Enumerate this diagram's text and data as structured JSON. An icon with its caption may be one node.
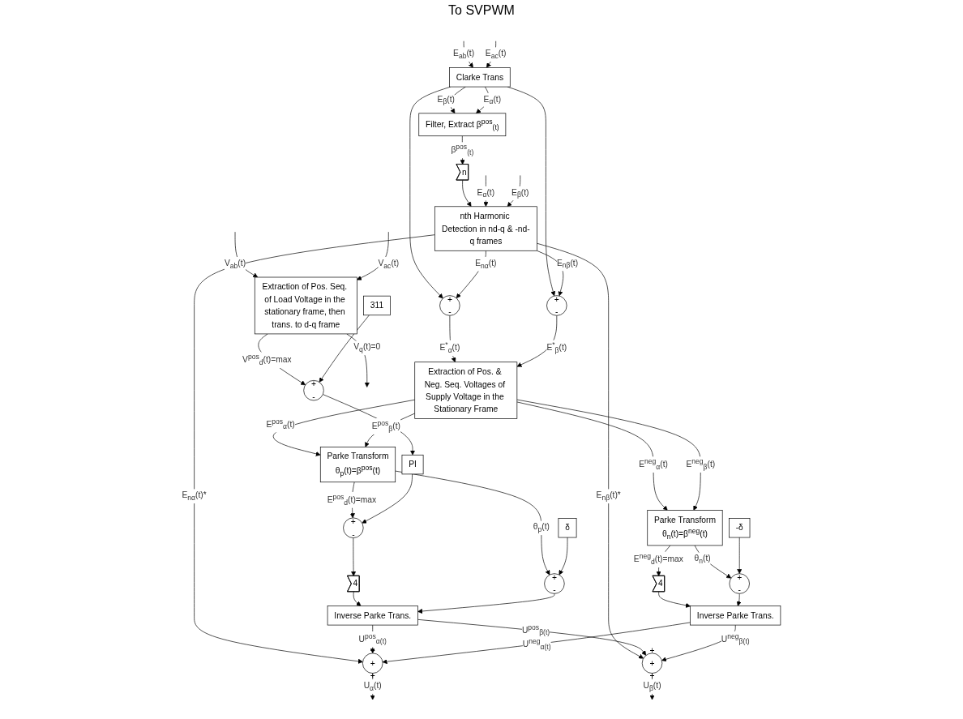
{
  "diagram": {
    "nodes": [
      {
        "text": [
          "Clarke Trans"
        ]
      },
      {
        "text": [
          "Filter, Extract β$^{pos}$$_{(t)}$"
        ]
      },
      {
        "text": [
          "n"
        ]
      },
      {
        "text": [
          "nth Harmonic Detection in nd-q & -nd-q frames"
        ]
      },
      {
        "text": [
          "+",
          "-"
        ]
      },
      {
        "text": [
          "+",
          "-"
        ]
      },
      {
        "text": [
          "Extraction of Pos. & Neg. Seq. Voltages of Supply Voltage in the Stationary Frame"
        ]
      },
      {
        "text": [
          "Parke Transform",
          "θ$_{p}$(t)=β$^{pos}$(t)"
        ]
      },
      {
        "text": [
          "Parke Transform",
          "θ$_{n}$(t)=β$^{neg}$(t)"
        ]
      },
      {
        "text": [
          "δ"
        ]
      },
      {
        "text": [
          "-δ"
        ]
      },
      {
        "text": [
          "+",
          "-"
        ]
      },
      {
        "text": [
          "+",
          "-"
        ]
      },
      {
        "text": [
          "+",
          "-"
        ]
      },
      {
        "text": [
          "4"
        ]
      },
      {
        "text": [
          "4"
        ]
      },
      {
        "text": [
          "Inverse Parke Trans."
        ]
      },
      {
        "text": [
          "Inverse Parke Trans."
        ]
      },
      {
        "text": [
          "+",
          "+",
          "+"
        ]
      },
      {
        "text": [
          "+",
          "+",
          "+"
        ]
      },
      {
        "text": [
          "Extraction of Pos. Seq. of Load Voltage in the stationary frame, then trans. to d-q frame"
        ]
      },
      {
        "text": [
          "+",
          "-"
        ]
      },
      {
        "text": [
          "PI"
        ]
      },
      {
        "text": [
          "311"
        ]
      }
    ],
    "edges": [
      {
        "from": null,
        "to": 0,
        "arrow": "to",
        "label": "E$_{ab}$(t)"
      },
      {
        "from": null,
        "to": 0,
        "arrow": "to",
        "label": "E$_{ac}$(t)"
      },
      {
        "from": 0,
        "to": 1,
        "arrow": "to",
        "label": "E$_{β}$(t)"
      },
      {
        "from": 0,
        "to": 4,
        "arrow": "to"
      },
      {
        "from": 0,
        "to": 1,
        "arrow": "to",
        "label": "E$_{α}$(t)"
      },
      {
        "from": 0,
        "to": 5,
        "arrow": "to"
      },
      {
        "from": 1,
        "to": 2,
        "arrow": "to",
        "label": "β$^{pos}$$_{(t)}$"
      },
      {
        "from": 2,
        "to": 3,
        "arrow": "to"
      },
      {
        "from": null,
        "to": 3,
        "arrow": "to",
        "label": "E$_{α}$(t)"
      },
      {
        "from": null,
        "to": 3,
        "arrow": "to",
        "label": "E$_{β}$(t)"
      },
      {
        "from": 3,
        "to": 18,
        "arrow": "to",
        "label": "E$_{nα}$(t)*"
      },
      {
        "from": 3,
        "to": 19,
        "arrow": "to",
        "label": "E$_{nβ}$(t)*"
      },
      {
        "from": 3,
        "to": 5,
        "arrow": "to",
        "label": "E$_{nα}$(t)"
      },
      {
        "from": 3,
        "to": 4,
        "arrow": "to",
        "label": "E$_{nβ}$(t)"
      },
      {
        "from": 5,
        "to": 6,
        "arrow": "to",
        "label": "E$^{*}$$_{α}$(t)"
      },
      {
        "from": 4,
        "to": 6,
        "arrow": "to",
        "label": "E$^{*}$$_{β}$(t)"
      },
      {
        "from": 6,
        "to": 7,
        "arrow": "to",
        "label": "E$^{pos}$$_{α}$(t)"
      },
      {
        "from": 6,
        "to": 7,
        "arrow": "to",
        "label": "E$^{pos}$$_{β}$(t)"
      },
      {
        "from": 6,
        "to": 8,
        "arrow": "to",
        "label": "E$^{neg}$$_{α}$(t)"
      },
      {
        "from": 6,
        "to": 8,
        "arrow": "to",
        "label": "E$^{neg}$$_{β}$(t)"
      },
      {
        "from": 7,
        "to": 11,
        "arrow": "to",
        "label": "E$^{pos}$$_{d}$(t)=max"
      },
      {
        "from": 7,
        "to": 12,
        "arrow": "to",
        "label": "θ$_{p}$(t)"
      },
      {
        "from": 9,
        "to": 12,
        "arrow": "to"
      },
      {
        "from": 11,
        "to": 14,
        "arrow": "to"
      },
      {
        "from": 14,
        "to": 16,
        "arrow": "to"
      },
      {
        "from": 12,
        "to": 16,
        "arrow": "to"
      },
      {
        "from": 8,
        "to": 15,
        "arrow": "to",
        "label": "E$^{neg}$$_{d}$(t)=max"
      },
      {
        "from": 8,
        "to": 13,
        "arrow": "to",
        "label": "θ$_{n}$(t)"
      },
      {
        "from": 10,
        "to": 13,
        "arrow": "to"
      },
      {
        "from": 15,
        "to": 17,
        "arrow": "to"
      },
      {
        "from": 13,
        "to": 17,
        "arrow": "to"
      },
      {
        "from": 16,
        "to": 18,
        "arrow": "to",
        "label": "U$^{pos}$$_{α(t)}$"
      },
      {
        "from": 16,
        "to": 19,
        "arrow": "to",
        "label": "U$^{pos}$$_{β(t)}$"
      },
      {
        "from": 17,
        "to": 18,
        "arrow": "to",
        "label": "U$^{neg}$$_{α(t)}$"
      },
      {
        "from": 17,
        "to": 19,
        "arrow": "to",
        "label": "U$^{neg}$$_{β(t)}$"
      },
      {
        "from": 18,
        "to": null,
        "arrow": "to",
        "label": "U$_{α}$(t)"
      },
      {
        "from": 19,
        "to": null,
        "arrow": "to",
        "label": "U$_{β}$(t)"
      },
      {
        "from": null,
        "to": 20,
        "arrow": "to",
        "label": "V$_{ab}$(t)"
      },
      {
        "from": null,
        "to": 20,
        "arrow": "to",
        "label": "V$_{ac}$(t)"
      },
      {
        "from": 20,
        "to": 21,
        "arrow": "to",
        "label": "V$^{pos}$$_{d}$(t)=max"
      },
      {
        "from": 20,
        "to": null,
        "arrow": "to",
        "label": "V$_{q}$(t)=0"
      },
      {
        "from": 23,
        "to": 21,
        "arrow": "to"
      },
      {
        "from": 21,
        "to": 22,
        "arrow": "to"
      },
      {
        "from": 22,
        "to": 11,
        "arrow": "to"
      }
    ],
    "labels": [
      "To SVPWM"
    ]
  }
}
